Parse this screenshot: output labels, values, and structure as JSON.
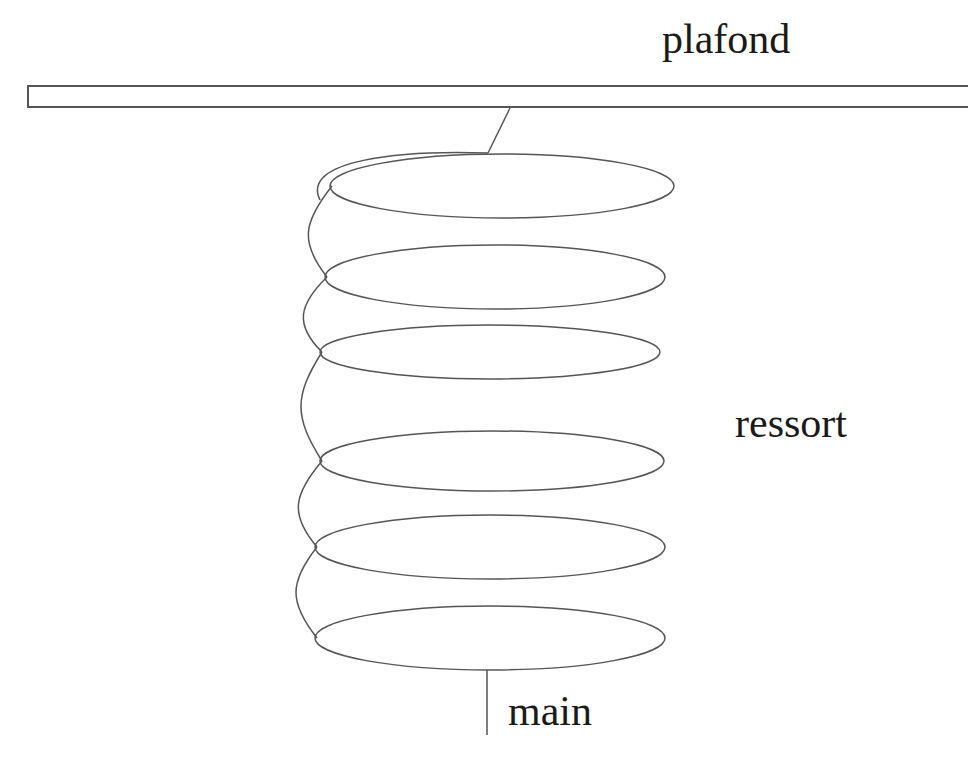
{
  "diagram": {
    "labels": [
      "plafond",
      "ressort",
      "main"
    ]
  }
}
